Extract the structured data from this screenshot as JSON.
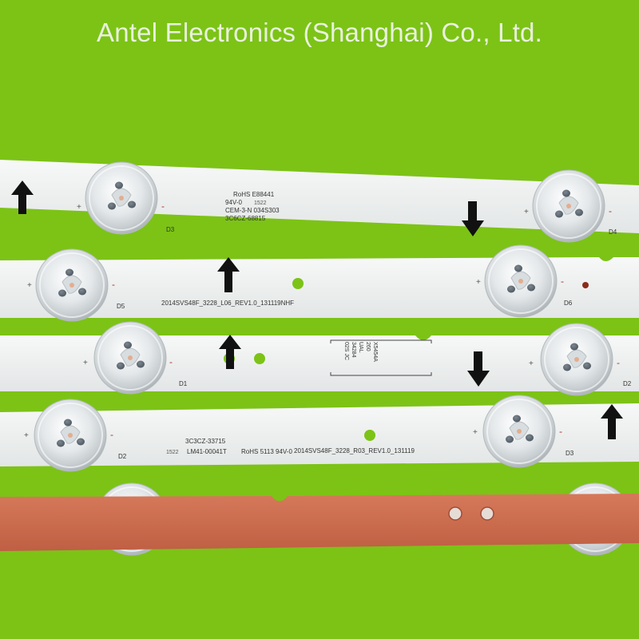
{
  "company_name": "Antel Electronics (Shanghai) Co., Ltd.",
  "colors": {
    "background": "#7cc316",
    "strip": "#f1f3f2",
    "copper": "#cf6d4e",
    "arrow": "#111111"
  },
  "strip1": {
    "led_left": "D3",
    "led_right": "D4",
    "print_line1": "RoHS E88441",
    "print_line2": "94V-0",
    "print_line3": "CEM-3-N 034S303",
    "print_line4": "3C6CZ-68815",
    "small_code": "1522",
    "plus": "+",
    "minus": "-"
  },
  "strip2": {
    "led_left": "D5",
    "led_right": "D6",
    "model": "2014SVS48F_3228_L06_REV1.0_131119NHF",
    "plus": "+",
    "minus": "-"
  },
  "strip3": {
    "led_left": "D1",
    "led_right": "D2",
    "label_line1": "02S JC",
    "label_line2": "34284",
    "label_line3": "UAL",
    "label_line4": "260",
    "label_line5": "X5454A",
    "plus": "+",
    "minus": "-"
  },
  "strip4": {
    "led_left": "D2",
    "led_right": "D3",
    "code1": "3C3CZ-33715",
    "code2": "1522",
    "code3": "LM41-00041T",
    "code4": "RoHS 5113 94V-0",
    "model": "2014SVS48F_3228_R03_REV1.0_131119",
    "plus": "+",
    "minus": "-"
  }
}
